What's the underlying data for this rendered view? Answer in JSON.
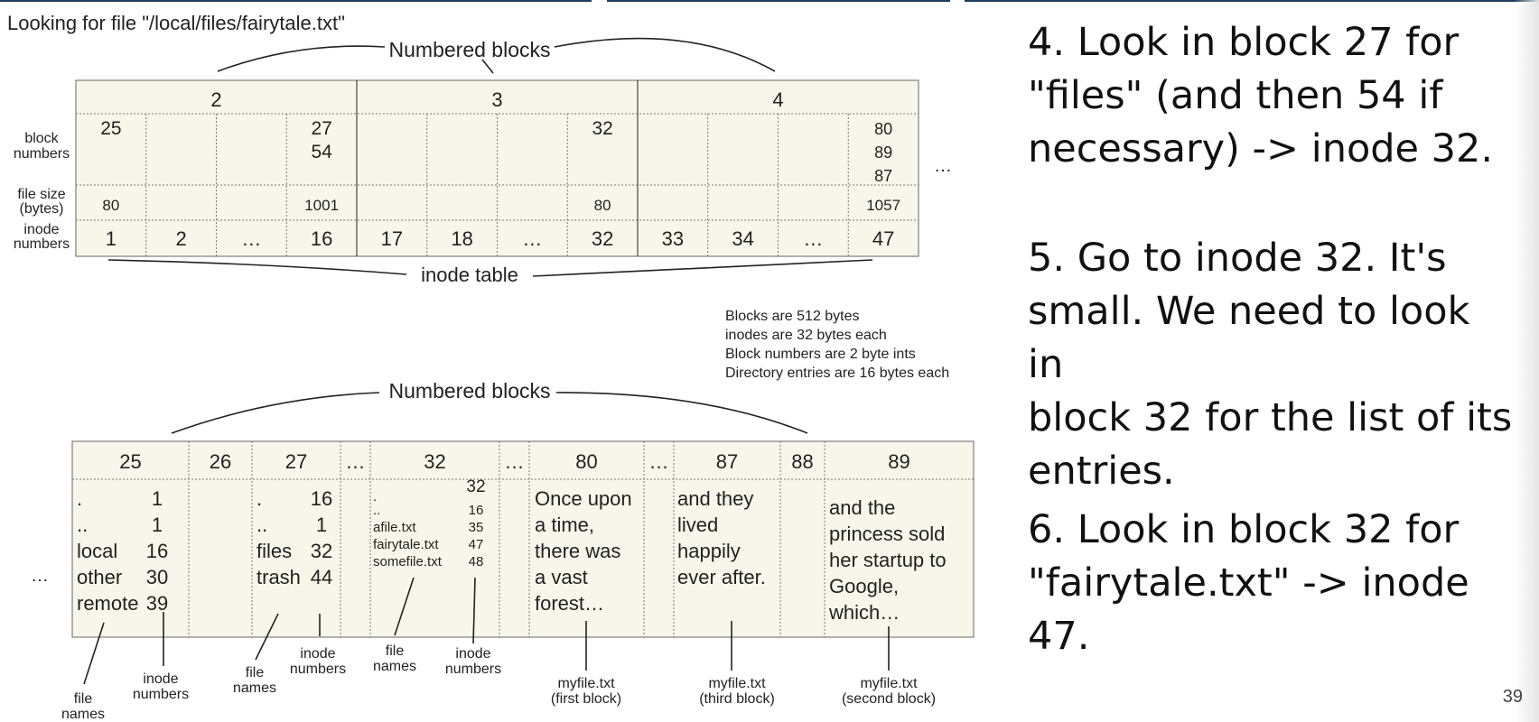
{
  "header": {
    "looking_for": "Looking for file \"/local/files/fairytale.txt\""
  },
  "inode_table": {
    "brace_label": "Numbered blocks",
    "groups": [
      "2",
      "3",
      "4"
    ],
    "row_labels": {
      "block_numbers": [
        "block",
        "numbers"
      ],
      "file_size": [
        "file size",
        "(bytes)"
      ],
      "inode_numbers": [
        "inode",
        "numbers"
      ]
    },
    "columns": [
      {
        "inode": "1",
        "blocks": [
          "25"
        ],
        "size": "80"
      },
      {
        "inode": "2",
        "blocks": [],
        "size": ""
      },
      {
        "inode": "…",
        "blocks": [],
        "size": ""
      },
      {
        "inode": "16",
        "blocks": [
          "27",
          "54"
        ],
        "size": "1001"
      },
      {
        "inode": "17",
        "blocks": [],
        "size": ""
      },
      {
        "inode": "18",
        "blocks": [],
        "size": ""
      },
      {
        "inode": "…",
        "blocks": [],
        "size": ""
      },
      {
        "inode": "32",
        "blocks": [
          "32"
        ],
        "size": "80"
      },
      {
        "inode": "33",
        "blocks": [],
        "size": ""
      },
      {
        "inode": "34",
        "blocks": [],
        "size": ""
      },
      {
        "inode": "…",
        "blocks": [],
        "size": ""
      },
      {
        "inode": "47",
        "blocks": [
          "80",
          "89",
          "87"
        ],
        "size": "1057"
      }
    ],
    "trailing_ellipsis": "…",
    "caption": "inode table"
  },
  "notes": [
    "Blocks are 512 bytes",
    "inodes are 32 bytes each",
    "Block numbers are 2 byte ints",
    "Directory entries are 16 bytes each"
  ],
  "data_blocks": {
    "brace_label": "Numbered blocks",
    "leading_ellipsis": "…",
    "headers": [
      "25",
      "26",
      "27",
      "…",
      "32",
      "…",
      "80",
      "…",
      "87",
      "88",
      "89"
    ],
    "block25": {
      "names": [
        ".",
        "..",
        "local",
        "other",
        "remote"
      ],
      "inodes": [
        "1",
        "1",
        "16",
        "30",
        "39"
      ]
    },
    "block27": {
      "names": [
        ".",
        "..",
        "files",
        "trash"
      ],
      "inodes": [
        "16",
        "1",
        "32",
        "44"
      ]
    },
    "block32": {
      "names": [
        ".",
        "..",
        "afile.txt",
        "fairytale.txt",
        "somefile.txt"
      ],
      "inodes": [
        "32",
        "16",
        "35",
        "47",
        "48"
      ]
    },
    "block80": [
      "Once upon",
      "a time,",
      "there was",
      "a vast",
      "forest…"
    ],
    "block87": [
      "and they",
      "lived",
      "happily",
      "ever after."
    ],
    "block89": [
      "and the",
      "princess sold",
      "her startup to",
      "Google,",
      "which…"
    ],
    "labels": {
      "file_names": [
        "file",
        "names"
      ],
      "inode_numbers": [
        "inode",
        "numbers"
      ],
      "myfile_first": [
        "myfile.txt",
        "(first block)"
      ],
      "myfile_third": [
        "myfile.txt",
        "(third block)"
      ],
      "myfile_second": [
        "myfile.txt",
        "(second block)"
      ]
    }
  },
  "steps": [
    [
      "4. Look in block 27 for",
      "\"files\" (and then 54 if",
      "necessary)  -> inode 32."
    ],
    [
      "5. Go to inode 32.  It's",
      "small.  We need to look in",
      "block 32 for the list of its",
      "entries."
    ],
    [
      "6. Look in block 32 for",
      "\"fairytale.txt\" -> inode 47."
    ]
  ],
  "page_number": "39",
  "colors": {
    "cell_fill": "#f8f6ea",
    "border": "#666666",
    "top_bar": "#1f3b57"
  }
}
